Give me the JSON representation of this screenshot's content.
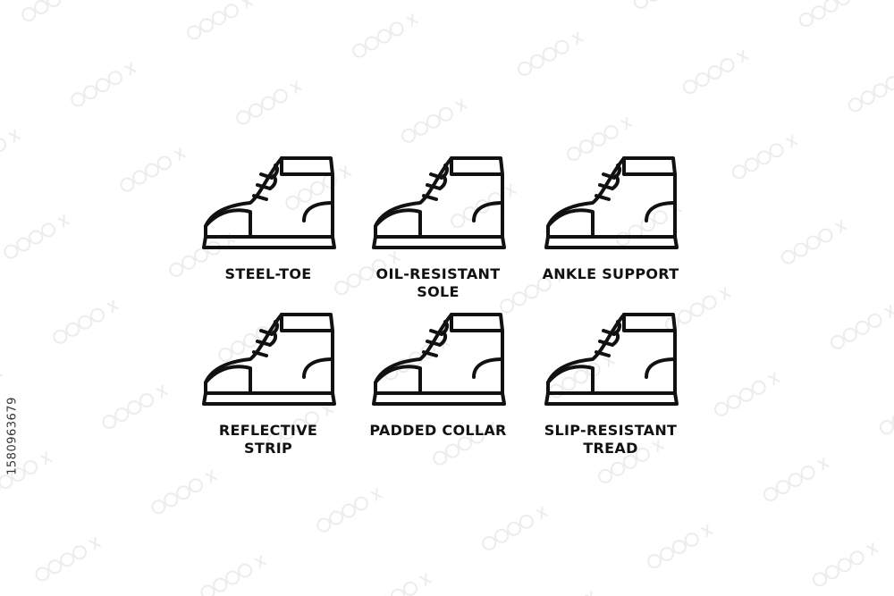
{
  "side_id": "1580963679",
  "features": [
    {
      "label": "STEEL-TOE"
    },
    {
      "label": "OIL-RESISTANT\nSOLE"
    },
    {
      "label": "ANKLE SUPPORT"
    },
    {
      "label": "REFLECTIVE\nSTRIP"
    },
    {
      "label": "PADDED COLLAR"
    },
    {
      "label": "SLIP-RESISTANT\nTREAD"
    }
  ],
  "icons": [
    "boot-icon",
    "boot-icon",
    "boot-icon",
    "boot-icon",
    "boot-icon",
    "boot-icon"
  ],
  "colors": {
    "ink": "#111111",
    "background": "#ffffff"
  }
}
